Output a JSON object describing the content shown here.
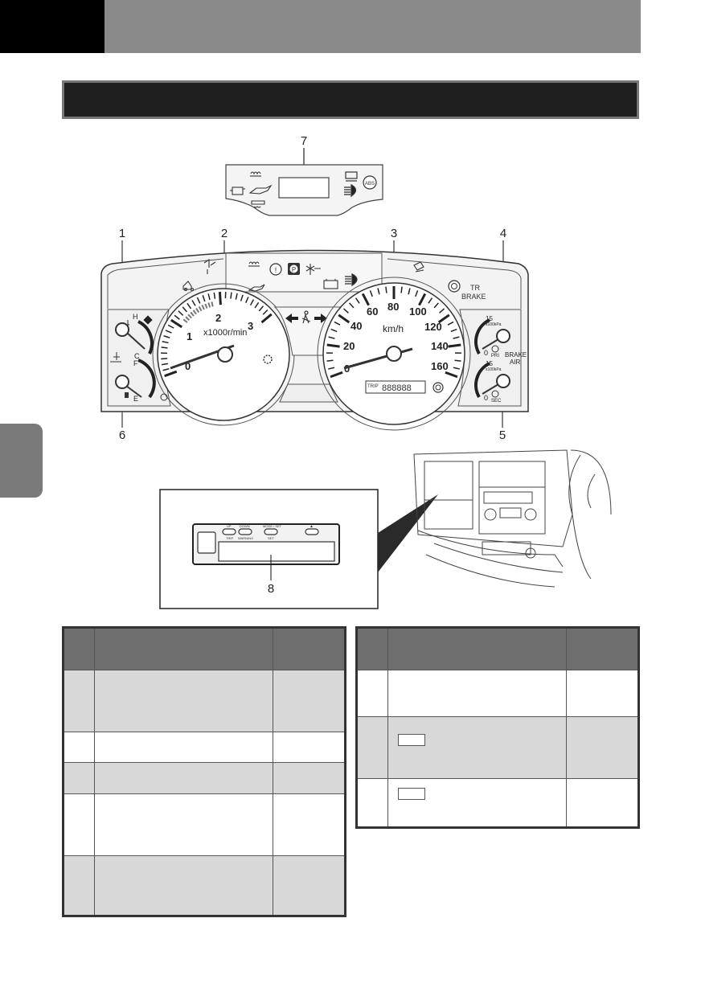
{
  "callouts": [
    "1",
    "2",
    "3",
    "4",
    "5",
    "6",
    "7",
    "8"
  ],
  "cluster": {
    "tach_numbers": [
      "0",
      "1",
      "2",
      "3"
    ],
    "tach_unit": "x1000r/min",
    "speed_numbers": [
      "0",
      "20",
      "40",
      "60",
      "80",
      "100",
      "120",
      "140",
      "160"
    ],
    "speed_unit": "km/h",
    "temp_hot": "H",
    "temp_cold": "C",
    "fuel_full": "F",
    "fuel_empty": "E",
    "air_max_top": "15",
    "air_unit_top": "x100kPa",
    "air_zero_top": "0",
    "air_pri": "PRI",
    "air_max_bottom": "15",
    "air_unit_bottom": "x100kPa",
    "air_zero_bottom": "0",
    "air_sec": "SEC",
    "brake_air_line1": "BRAKE",
    "brake_air_line2": "AIR",
    "tr_brake_line1": "TR",
    "tr_brake_line2": "BRAKE",
    "trip_label": "TRIP",
    "odometer": "888888"
  },
  "control_panel": {
    "up_label": "UP",
    "down_label": "DOWN",
    "mode_set_label": "MODE / SET",
    "trip_label": "TRIP",
    "warning_label": "WARNING",
    "set_label": "SET",
    "eject_symbol": "▲"
  },
  "icons": [
    "glow-plug-icon",
    "engine-check-icon",
    "oil-pressure-icon",
    "exhaust-brake-icon",
    "abs-icon",
    "high-beam-icon",
    "brake-warning-icon",
    "parking-brake-icon",
    "charge-icon",
    "seatbelt-icon",
    "turn-signal-left-icon",
    "turn-signal-right-icon"
  ]
}
